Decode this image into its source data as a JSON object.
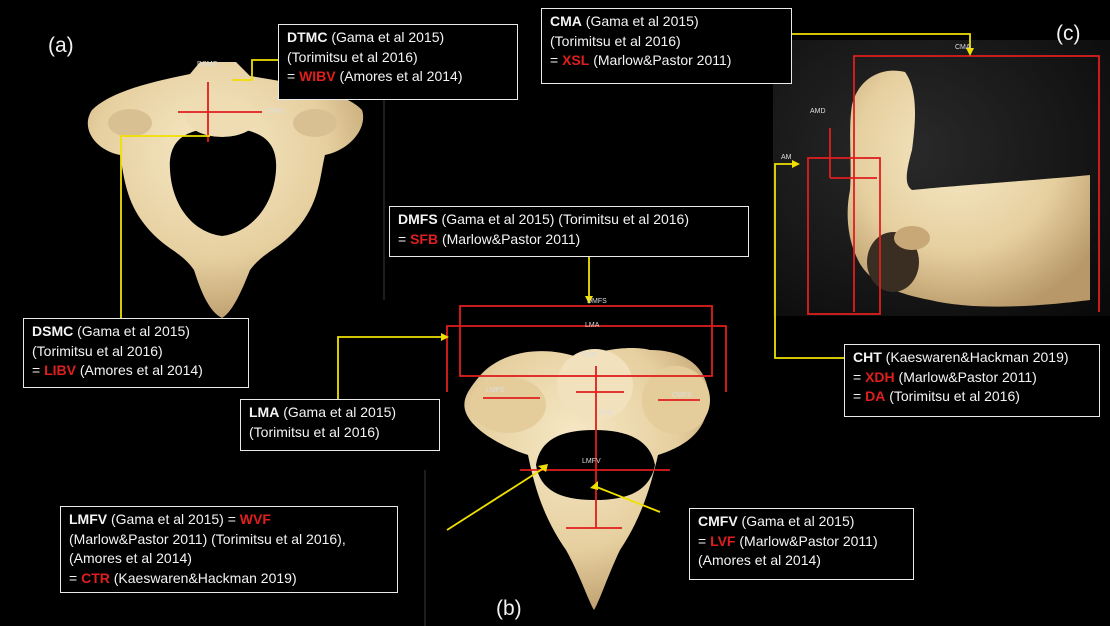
{
  "panels": {
    "a": "(a)",
    "b": "(b)",
    "c": "(c)"
  },
  "colors": {
    "background": "#000000",
    "leader": "#f0e000",
    "measure": "#e01e1e",
    "bone": "#ead7b0",
    "box_border": "#eaeaea"
  },
  "measure_labels": {
    "a": {
      "dsmc": "DSMC",
      "dtmc": "DTMC"
    },
    "b": {
      "dmfs": "DMFS",
      "lma": "LMA",
      "dsd": "DSD",
      "lmfs": "LMFS",
      "cmfs": "CMFS",
      "dtd": "DTD",
      "lmfv": "LMFV"
    },
    "c": {
      "cma": "CMA",
      "amd": "AMD",
      "am": "AM"
    }
  },
  "callouts": {
    "dtmc": [
      [
        {
          "t": "DTMC",
          "s": "b"
        },
        {
          "t": " (Gama et al 2015)"
        }
      ],
      [
        {
          "t": "(Torimitsu et al 2016)"
        }
      ],
      [
        {
          "t": "= "
        },
        {
          "t": "WIBV",
          "s": "r"
        },
        {
          "t": " (Amores et al 2014)"
        }
      ]
    ],
    "dsmc": [
      [
        {
          "t": "DSMC",
          "s": "b"
        },
        {
          "t": " (Gama et al 2015)"
        }
      ],
      [
        {
          "t": "(Torimitsu et al 2016)"
        }
      ],
      [
        {
          "t": "= "
        },
        {
          "t": "LIBV",
          "s": "r"
        },
        {
          "t": " (Amores et al 2014)"
        }
      ]
    ],
    "cma": [
      [
        {
          "t": "CMA",
          "s": "b"
        },
        {
          "t": " (Gama et al 2015)"
        }
      ],
      [
        {
          "t": "(Torimitsu et al 2016)"
        }
      ],
      [
        {
          "t": "= "
        },
        {
          "t": "XSL",
          "s": "r"
        },
        {
          "t": " (Marlow&Pastor 2011)"
        }
      ]
    ],
    "dmfs": [
      [
        {
          "t": "DMFS",
          "s": "b"
        },
        {
          "t": " (Gama et al 2015) (Torimitsu et al 2016)"
        }
      ],
      [
        {
          "t": "= "
        },
        {
          "t": "SFB",
          "s": "r"
        },
        {
          "t": " (Marlow&Pastor 2011)"
        }
      ]
    ],
    "lma": [
      [
        {
          "t": "LMA",
          "s": "b"
        },
        {
          "t": " (Gama et al 2015)"
        }
      ],
      [
        {
          "t": "(Torimitsu et al 2016)"
        }
      ]
    ],
    "cht": [
      [
        {
          "t": "CHT",
          "s": "b"
        },
        {
          "t": " (Kaeswaren&Hackman 2019)"
        }
      ],
      [
        {
          "t": "= "
        },
        {
          "t": "XDH",
          "s": "r"
        },
        {
          "t": " (Marlow&Pastor 2011)"
        }
      ],
      [
        {
          "t": "= "
        },
        {
          "t": "DA",
          "s": "r"
        },
        {
          "t": " (Torimitsu et al 2016)"
        }
      ]
    ],
    "lmfv": [
      [
        {
          "t": "LMFV",
          "s": "b"
        },
        {
          "t": " (Gama et al 2015) = "
        },
        {
          "t": "WVF",
          "s": "r"
        }
      ],
      [
        {
          "t": "(Marlow&Pastor 2011) (Torimitsu et al 2016),"
        }
      ],
      [
        {
          "t": "(Amores et al 2014)"
        }
      ],
      [
        {
          "t": "= "
        },
        {
          "t": "CTR",
          "s": "r"
        },
        {
          "t": " (Kaeswaren&Hackman 2019)"
        }
      ]
    ],
    "cmfv": [
      [
        {
          "t": "CMFV",
          "s": "b"
        },
        {
          "t": " (Gama et al 2015)"
        }
      ],
      [
        {
          "t": "= "
        },
        {
          "t": "LVF",
          "s": "r"
        },
        {
          "t": " (Marlow&Pastor 2011)"
        }
      ],
      [
        {
          "t": "(Amores et al 2014)"
        }
      ]
    ]
  }
}
